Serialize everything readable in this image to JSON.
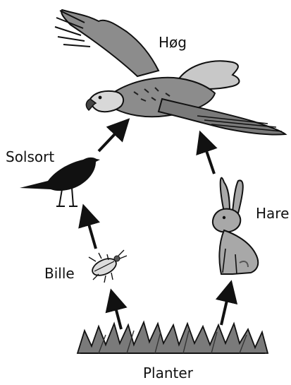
{
  "labels": {
    "hawk": "Høg",
    "blackbird": "Solsort",
    "hare": "Hare",
    "beetle": "Bille",
    "plants": "Planter"
  },
  "colors": {
    "ink": "#111111",
    "hawk_body": "#8c8c8c",
    "hawk_light": "#c8c8c8",
    "hare_body": "#a8a8a8",
    "plants": "#7a7a7a"
  },
  "food_chain": [
    {
      "from": "Planter",
      "to": "Bille"
    },
    {
      "from": "Bille",
      "to": "Solsort"
    },
    {
      "from": "Solsort",
      "to": "Høg"
    },
    {
      "from": "Planter",
      "to": "Hare"
    },
    {
      "from": "Hare",
      "to": "Høg"
    }
  ]
}
